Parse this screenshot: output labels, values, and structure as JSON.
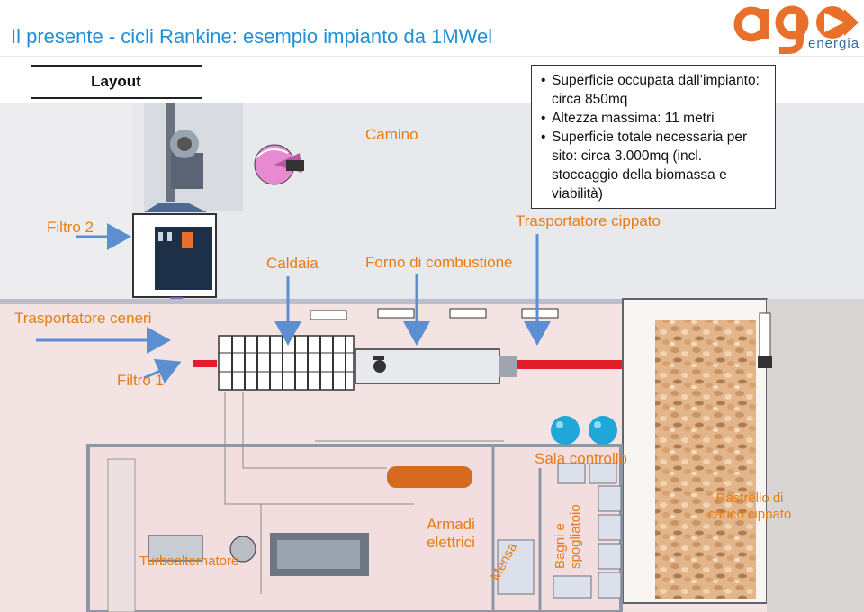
{
  "header": {
    "title": "Il presente - cicli Rankine: esempio impianto da 1MWel",
    "logo_text": "ago",
    "logo_subtext": "energia"
  },
  "layout_label": "Layout",
  "info_box": {
    "items": [
      "Superficie occupata dall’impianto: circa 850mq",
      "Altezza massima: 11 metri",
      "Superficie totale necessaria per sito: circa 3.000mq (incl. stoccaggio della biomassa e viabilità)"
    ]
  },
  "labels": {
    "camino": "Camino",
    "filtro2": "Filtro 2",
    "trasportatore_cippato": "Trasportatore cippato",
    "caldaia": "Caldaia",
    "forno": "Forno di combustione",
    "trasportatore_ceneri": "Trasportatore ceneri",
    "filtro1": "Filtro 1",
    "sala_controllo": "Sala controllo",
    "rastrello": "Rastrello di carico cippato",
    "armadi": "Armadi elettrici",
    "turboalternatore": "Turboalternatore",
    "mensa": "Mensa",
    "bagni": "Bagni e spogliatoio"
  },
  "colors": {
    "title": "#1f8fd6",
    "label": "#e87c14",
    "arrow": "#5b8fd1",
    "logo": "#e8702a",
    "floor": "#f4e3e3",
    "building_wall": "#8e97a5"
  }
}
